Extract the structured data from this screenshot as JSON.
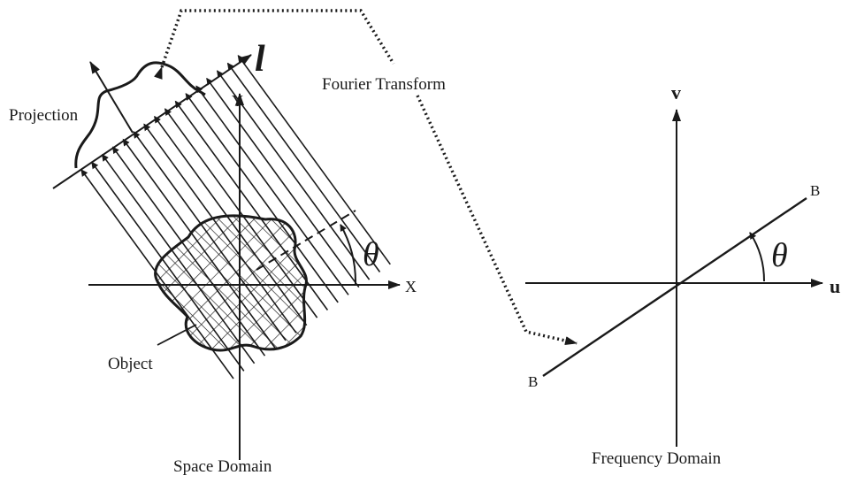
{
  "diagram": {
    "link_label": "Fourier Transform",
    "space": {
      "caption": "Space Domain",
      "projection_label": "Projection",
      "object_label": "Object",
      "x_axis_label": "X",
      "y_axis_label": "Y",
      "angle_label": "θ",
      "projection_axis_label": "l"
    },
    "frequency": {
      "caption": "Frequency Domain",
      "u_axis_label": "u",
      "v_axis_label": "v",
      "angle_label": "θ",
      "line_end_top": "B",
      "line_end_bottom": "B"
    }
  }
}
